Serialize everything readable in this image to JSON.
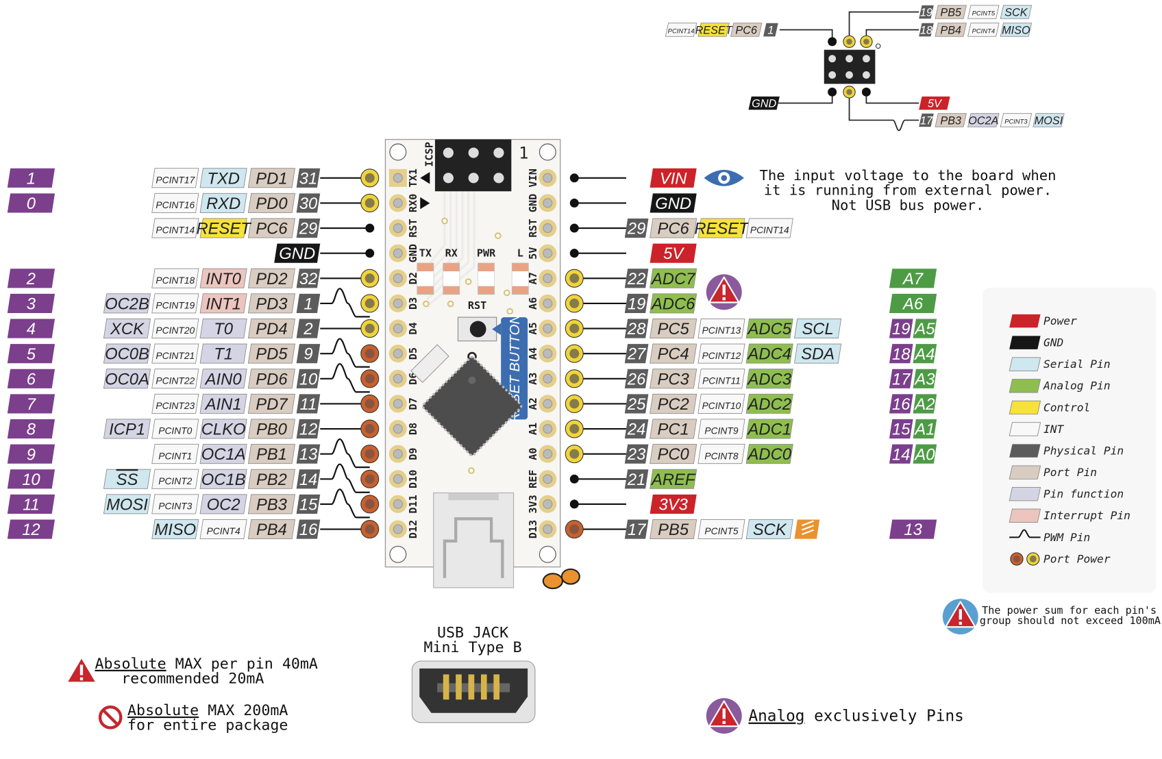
{
  "colors": {
    "label": "#7b3f8c",
    "phys": "#5c5c5c",
    "port": "#d9ccc0",
    "func": "#d5d4e4",
    "int": "#f8f8f8",
    "serial": "#cfe7ef",
    "control": "#f6e23a",
    "interrupt": "#ecc5bf",
    "analog": "#8fbe50",
    "power": "#cc2229",
    "gnd": "#161616",
    "analogpin": "#4e9b46",
    "pad_yellow": "#f0d43a",
    "pad_orange": "#c8612d",
    "reset_blue": "#3c6db0",
    "board": "#f7f6f3"
  },
  "board": {
    "icsp_label": "ICSP",
    "icsp_pin1": "1",
    "left_labels": [
      "TX1",
      "RX0",
      "RST",
      "GND",
      "D2",
      "D3",
      "D4",
      "D5",
      "D6",
      "D7",
      "D8",
      "D9",
      "D10",
      "D11",
      "D12"
    ],
    "right_labels": [
      "VIN",
      "GND",
      "RST",
      "5V",
      "A7",
      "A6",
      "A5",
      "A4",
      "A3",
      "A2",
      "A1",
      "A0",
      "REF",
      "3V3",
      "D13"
    ],
    "leds": [
      "TX",
      "RX",
      "PWR",
      "L"
    ],
    "rst_label": "RST",
    "reset_button_label": "RESET BUTTON"
  },
  "left_rows": [
    {
      "label": "1",
      "pad": "yellow",
      "pwm": false,
      "cells": [
        {
          "t": "31",
          "k": "phys"
        },
        {
          "t": "PD1",
          "k": "port"
        },
        {
          "t": "TXD",
          "k": "serial"
        },
        {
          "t": "PCINT17",
          "k": "int"
        }
      ]
    },
    {
      "label": "0",
      "pad": "yellow",
      "pwm": false,
      "cells": [
        {
          "t": "30",
          "k": "phys"
        },
        {
          "t": "PD0",
          "k": "port"
        },
        {
          "t": "RXD",
          "k": "serial"
        },
        {
          "t": "PCINT16",
          "k": "int"
        }
      ]
    },
    {
      "label": "",
      "pad": "dot",
      "pwm": false,
      "cells": [
        {
          "t": "29",
          "k": "phys"
        },
        {
          "t": "PC6",
          "k": "port"
        },
        {
          "t": "RESET",
          "k": "control"
        },
        {
          "t": "PCINT14",
          "k": "int"
        }
      ]
    },
    {
      "label": "",
      "pad": "dot",
      "pwm": false,
      "cells": [
        {
          "t": "GND",
          "k": "gnd"
        }
      ]
    },
    {
      "label": "2",
      "pad": "yellow",
      "pwm": false,
      "cells": [
        {
          "t": "32",
          "k": "phys"
        },
        {
          "t": "PD2",
          "k": "port"
        },
        {
          "t": "INT0",
          "k": "interrupt"
        },
        {
          "t": "PCINT18",
          "k": "int"
        }
      ]
    },
    {
      "label": "3",
      "pad": "yellow",
      "pwm": true,
      "cells": [
        {
          "t": "1",
          "k": "phys"
        },
        {
          "t": "PD3",
          "k": "port"
        },
        {
          "t": "INT1",
          "k": "interrupt"
        },
        {
          "t": "PCINT19",
          "k": "int"
        },
        {
          "t": "OC2B",
          "k": "func"
        }
      ]
    },
    {
      "label": "4",
      "pad": "yellow",
      "pwm": false,
      "cells": [
        {
          "t": "2",
          "k": "phys"
        },
        {
          "t": "PD4",
          "k": "port"
        },
        {
          "t": "T0",
          "k": "func"
        },
        {
          "t": "PCINT20",
          "k": "int"
        },
        {
          "t": "XCK",
          "k": "func"
        }
      ]
    },
    {
      "label": "5",
      "pad": "orange",
      "pwm": true,
      "cells": [
        {
          "t": "9",
          "k": "phys"
        },
        {
          "t": "PD5",
          "k": "port"
        },
        {
          "t": "T1",
          "k": "func"
        },
        {
          "t": "PCINT21",
          "k": "int"
        },
        {
          "t": "OC0B",
          "k": "func"
        }
      ]
    },
    {
      "label": "6",
      "pad": "orange",
      "pwm": true,
      "cells": [
        {
          "t": "10",
          "k": "phys"
        },
        {
          "t": "PD6",
          "k": "port"
        },
        {
          "t": "AIN0",
          "k": "func"
        },
        {
          "t": "PCINT22",
          "k": "int"
        },
        {
          "t": "OC0A",
          "k": "func"
        }
      ]
    },
    {
      "label": "7",
      "pad": "orange",
      "pwm": false,
      "cells": [
        {
          "t": "11",
          "k": "phys"
        },
        {
          "t": "PD7",
          "k": "port"
        },
        {
          "t": "AIN1",
          "k": "func"
        },
        {
          "t": "PCINT23",
          "k": "int"
        }
      ]
    },
    {
      "label": "8",
      "pad": "orange",
      "pwm": false,
      "cells": [
        {
          "t": "12",
          "k": "phys"
        },
        {
          "t": "PB0",
          "k": "port"
        },
        {
          "t": "CLKO",
          "k": "func"
        },
        {
          "t": "PCINT0",
          "k": "int"
        },
        {
          "t": "ICP1",
          "k": "func"
        }
      ]
    },
    {
      "label": "9",
      "pad": "orange",
      "pwm": true,
      "cells": [
        {
          "t": "13",
          "k": "phys"
        },
        {
          "t": "PB1",
          "k": "port"
        },
        {
          "t": "OC1A",
          "k": "func"
        },
        {
          "t": "PCINT1",
          "k": "int"
        }
      ]
    },
    {
      "label": "10",
      "pad": "orange",
      "pwm": true,
      "cells": [
        {
          "t": "14",
          "k": "phys"
        },
        {
          "t": "PB2",
          "k": "port"
        },
        {
          "t": "OC1B",
          "k": "func"
        },
        {
          "t": "PCINT2",
          "k": "int"
        },
        {
          "t": "SS",
          "k": "serial",
          "over": true
        }
      ]
    },
    {
      "label": "11",
      "pad": "orange",
      "pwm": true,
      "cells": [
        {
          "t": "15",
          "k": "phys"
        },
        {
          "t": "PB3",
          "k": "port"
        },
        {
          "t": "OC2",
          "k": "func"
        },
        {
          "t": "PCINT3",
          "k": "int"
        },
        {
          "t": "MOSI",
          "k": "serial"
        }
      ]
    },
    {
      "label": "12",
      "pad": "orange",
      "pwm": false,
      "cells": [
        {
          "t": "16",
          "k": "phys"
        },
        {
          "t": "PB4",
          "k": "port"
        },
        {
          "t": "PCINT4",
          "k": "int"
        },
        {
          "t": "MISO",
          "k": "serial"
        }
      ]
    }
  ],
  "right_rows": [
    {
      "pad": "dot",
      "cells": [
        {
          "t": "VIN",
          "k": "power",
          "skip": true
        }
      ],
      "arduino": []
    },
    {
      "pad": "dot",
      "cells": [
        {
          "t": "GND",
          "k": "gnd",
          "skip": true
        }
      ],
      "arduino": []
    },
    {
      "pad": "dot",
      "cells": [
        {
          "t": "29",
          "k": "phys"
        },
        {
          "t": "PC6",
          "k": "port"
        },
        {
          "t": "RESET",
          "k": "control"
        },
        {
          "t": "PCINT14",
          "k": "int"
        }
      ],
      "arduino": []
    },
    {
      "pad": "dot",
      "cells": [
        {
          "t": "5V",
          "k": "power",
          "skip": true
        }
      ],
      "arduino": []
    },
    {
      "pad": "yellow",
      "cells": [
        {
          "t": "22",
          "k": "phys"
        },
        {
          "t": "ADC7",
          "k": "analog"
        }
      ],
      "arduino": [
        {
          "t": "A7",
          "k": "analogpin"
        }
      ]
    },
    {
      "pad": "yellow",
      "cells": [
        {
          "t": "19",
          "k": "phys"
        },
        {
          "t": "ADC6",
          "k": "analog"
        }
      ],
      "arduino": [
        {
          "t": "A6",
          "k": "analogpin"
        }
      ]
    },
    {
      "pad": "yellow",
      "cells": [
        {
          "t": "28",
          "k": "phys"
        },
        {
          "t": "PC5",
          "k": "port"
        },
        {
          "t": "PCINT13",
          "k": "int"
        },
        {
          "t": "ADC5",
          "k": "analog"
        },
        {
          "t": "SCL",
          "k": "serial"
        }
      ],
      "arduino": [
        {
          "t": "19",
          "k": "label"
        },
        {
          "t": "A5",
          "k": "analogpin"
        }
      ]
    },
    {
      "pad": "yellow",
      "cells": [
        {
          "t": "27",
          "k": "phys"
        },
        {
          "t": "PC4",
          "k": "port"
        },
        {
          "t": "PCINT12",
          "k": "int"
        },
        {
          "t": "ADC4",
          "k": "analog"
        },
        {
          "t": "SDA",
          "k": "serial"
        }
      ],
      "arduino": [
        {
          "t": "18",
          "k": "label"
        },
        {
          "t": "A4",
          "k": "analogpin"
        }
      ]
    },
    {
      "pad": "yellow",
      "cells": [
        {
          "t": "26",
          "k": "phys"
        },
        {
          "t": "PC3",
          "k": "port"
        },
        {
          "t": "PCINT11",
          "k": "int"
        },
        {
          "t": "ADC3",
          "k": "analog"
        }
      ],
      "arduino": [
        {
          "t": "17",
          "k": "label"
        },
        {
          "t": "A3",
          "k": "analogpin"
        }
      ]
    },
    {
      "pad": "yellow",
      "cells": [
        {
          "t": "25",
          "k": "phys"
        },
        {
          "t": "PC2",
          "k": "port"
        },
        {
          "t": "PCINT10",
          "k": "int"
        },
        {
          "t": "ADC2",
          "k": "analog"
        }
      ],
      "arduino": [
        {
          "t": "16",
          "k": "label"
        },
        {
          "t": "A2",
          "k": "analogpin"
        }
      ]
    },
    {
      "pad": "yellow",
      "cells": [
        {
          "t": "24",
          "k": "phys"
        },
        {
          "t": "PC1",
          "k": "port"
        },
        {
          "t": "PCINT9",
          "k": "int"
        },
        {
          "t": "ADC1",
          "k": "analog"
        }
      ],
      "arduino": [
        {
          "t": "15",
          "k": "label"
        },
        {
          "t": "A1",
          "k": "analogpin"
        }
      ]
    },
    {
      "pad": "yellow",
      "cells": [
        {
          "t": "23",
          "k": "phys"
        },
        {
          "t": "PC0",
          "k": "port"
        },
        {
          "t": "PCINT8",
          "k": "int"
        },
        {
          "t": "ADC0",
          "k": "analog"
        }
      ],
      "arduino": [
        {
          "t": "14",
          "k": "label"
        },
        {
          "t": "A0",
          "k": "analogpin"
        }
      ]
    },
    {
      "pad": "dot",
      "cells": [
        {
          "t": "21",
          "k": "phys"
        },
        {
          "t": "AREF",
          "k": "analog"
        }
      ],
      "arduino": []
    },
    {
      "pad": "dot",
      "cells": [
        {
          "t": "3V3",
          "k": "power",
          "skip": true
        }
      ],
      "arduino": []
    },
    {
      "pad": "orange",
      "cells": [
        {
          "t": "17",
          "k": "phys"
        },
        {
          "t": "PB5",
          "k": "port"
        },
        {
          "t": "PCINT5",
          "k": "int"
        },
        {
          "t": "SCK",
          "k": "serial"
        }
      ],
      "led": true,
      "arduino": [
        {
          "t": "13",
          "k": "label"
        }
      ]
    }
  ],
  "icsp": {
    "sck": [
      {
        "t": "19",
        "k": "phys"
      },
      {
        "t": "PB5",
        "k": "port"
      },
      {
        "t": "PCINT5",
        "k": "int"
      },
      {
        "t": "SCK",
        "k": "serial"
      }
    ],
    "miso": [
      {
        "t": "18",
        "k": "phys"
      },
      {
        "t": "PB4",
        "k": "port"
      },
      {
        "t": "PCINT4",
        "k": "int"
      },
      {
        "t": "MISO",
        "k": "serial"
      }
    ],
    "reset": [
      {
        "t": "PCINT14",
        "k": "int"
      },
      {
        "t": "RESET",
        "k": "control"
      },
      {
        "t": "PC6",
        "k": "port"
      },
      {
        "t": "1",
        "k": "phys"
      }
    ],
    "gnd": "GND",
    "vcc": "5V",
    "mosi": [
      {
        "t": "17",
        "k": "phys"
      },
      {
        "t": "PB3",
        "k": "port"
      },
      {
        "t": "OC2A",
        "k": "func"
      },
      {
        "t": "PCINT3",
        "k": "int"
      },
      {
        "t": "MOSI",
        "k": "serial"
      }
    ]
  },
  "vin_note": [
    "The input voltage to the board when",
    "it is running from external power.",
    "Not USB bus power."
  ],
  "usb": {
    "line1": "USB JACK",
    "line2": "Mini Type B"
  },
  "notes": {
    "pin_max_u": "Absolute",
    "pin_max_rest": " MAX per pin 40mA",
    "pin_rec": "recommended 20mA",
    "pkg_max_u": "Absolute",
    "pkg_max_rest": " MAX 200mA",
    "pkg_rest": "for entire package",
    "analog_u": "Analog",
    "analog_rest": " exclusively Pins",
    "group_1": "The power sum for each pin's",
    "group_2": "group should not exceed 100mA"
  },
  "legend": [
    {
      "t": "Power",
      "k": "power"
    },
    {
      "t": "GND",
      "k": "gnd"
    },
    {
      "t": "Serial Pin",
      "k": "serial"
    },
    {
      "t": "Analog Pin",
      "k": "analog"
    },
    {
      "t": "Control",
      "k": "control"
    },
    {
      "t": "INT",
      "k": "int"
    },
    {
      "t": "Physical Pin",
      "k": "phys"
    },
    {
      "t": "Port Pin",
      "k": "port"
    },
    {
      "t": "Pin function",
      "k": "func"
    },
    {
      "t": "Interrupt Pin",
      "k": "interrupt"
    },
    {
      "t": "PWM Pin",
      "k": "pwm"
    },
    {
      "t": "Port Power",
      "k": "portpower"
    }
  ]
}
